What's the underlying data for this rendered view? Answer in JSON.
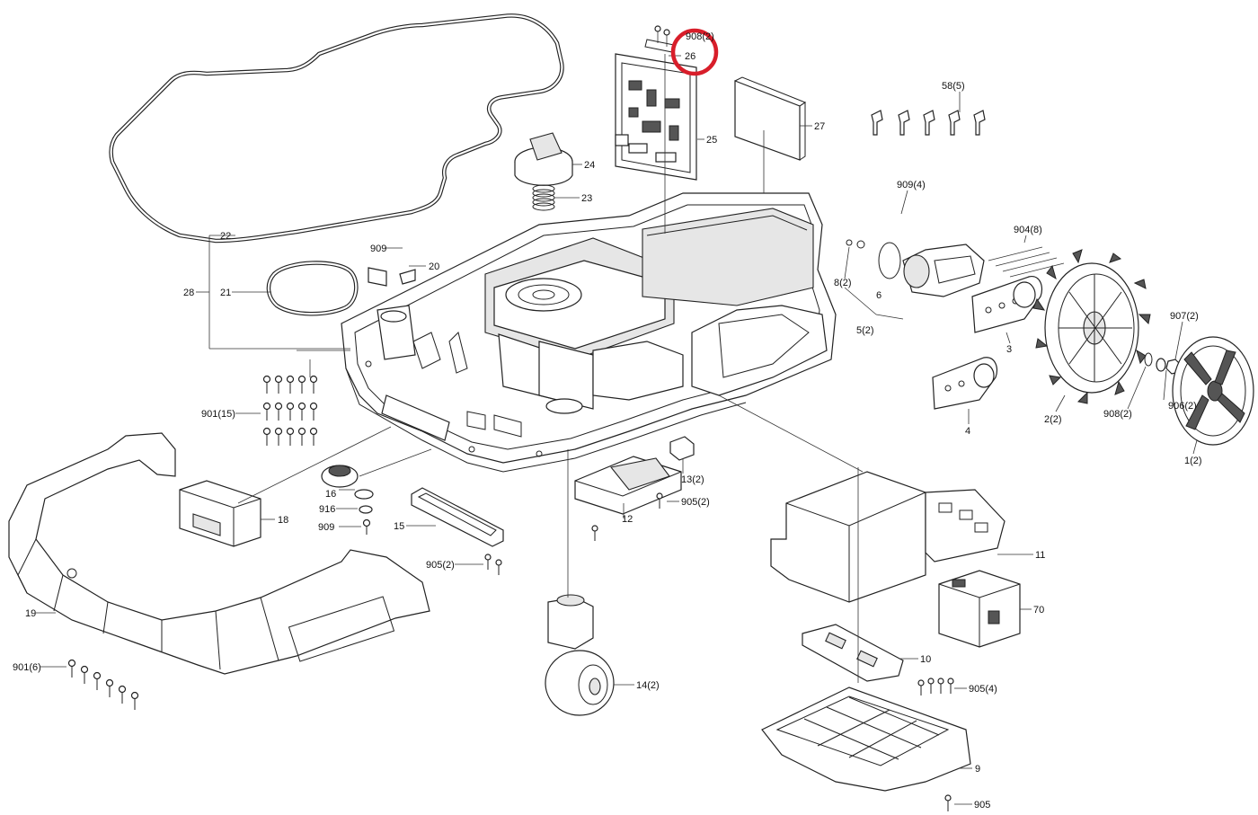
{
  "diagram": {
    "labels": [
      {
        "id": "p26",
        "text": "26"
      },
      {
        "id": "p908top",
        "text": "908(2)"
      },
      {
        "id": "p25",
        "text": "25"
      },
      {
        "id": "p27",
        "text": "27"
      },
      {
        "id": "p24",
        "text": "24"
      },
      {
        "id": "p23",
        "text": "23"
      },
      {
        "id": "p58",
        "text": "58(5)"
      },
      {
        "id": "p909_4",
        "text": "909(4)"
      },
      {
        "id": "p904",
        "text": "904(8)"
      },
      {
        "id": "p22",
        "text": "22"
      },
      {
        "id": "p909a",
        "text": "909"
      },
      {
        "id": "p20",
        "text": "20"
      },
      {
        "id": "p28",
        "text": "28"
      },
      {
        "id": "p21",
        "text": "21"
      },
      {
        "id": "p8",
        "text": "8(2)"
      },
      {
        "id": "p6",
        "text": "6"
      },
      {
        "id": "p5",
        "text": "5(2)"
      },
      {
        "id": "p3",
        "text": "3"
      },
      {
        "id": "p907",
        "text": "907(2)"
      },
      {
        "id": "p906",
        "text": "906(2)"
      },
      {
        "id": "p908b",
        "text": "908(2)"
      },
      {
        "id": "p2",
        "text": "2(2)"
      },
      {
        "id": "p1",
        "text": "1(2)"
      },
      {
        "id": "p4",
        "text": "4"
      },
      {
        "id": "p901_15",
        "text": "901(15)"
      },
      {
        "id": "p13",
        "text": "13(2)"
      },
      {
        "id": "p16",
        "text": "16"
      },
      {
        "id": "p916",
        "text": "916"
      },
      {
        "id": "p909b",
        "text": "909"
      },
      {
        "id": "p18",
        "text": "18"
      },
      {
        "id": "p15",
        "text": "15"
      },
      {
        "id": "p12",
        "text": "12"
      },
      {
        "id": "p905a",
        "text": "905(2)"
      },
      {
        "id": "p905b",
        "text": "905(2)"
      },
      {
        "id": "p11",
        "text": "11"
      },
      {
        "id": "p70",
        "text": "70"
      },
      {
        "id": "p19",
        "text": "19"
      },
      {
        "id": "p10",
        "text": "10"
      },
      {
        "id": "p905c",
        "text": "905(4)"
      },
      {
        "id": "p901_6",
        "text": "901(6)"
      },
      {
        "id": "p14",
        "text": "14(2)"
      },
      {
        "id": "p9",
        "text": "9"
      },
      {
        "id": "p905d",
        "text": "905"
      }
    ],
    "highlight": {
      "target": "26",
      "color": "#d81e2a"
    },
    "colors": {
      "line": "#222222",
      "background": "#ffffff"
    }
  }
}
